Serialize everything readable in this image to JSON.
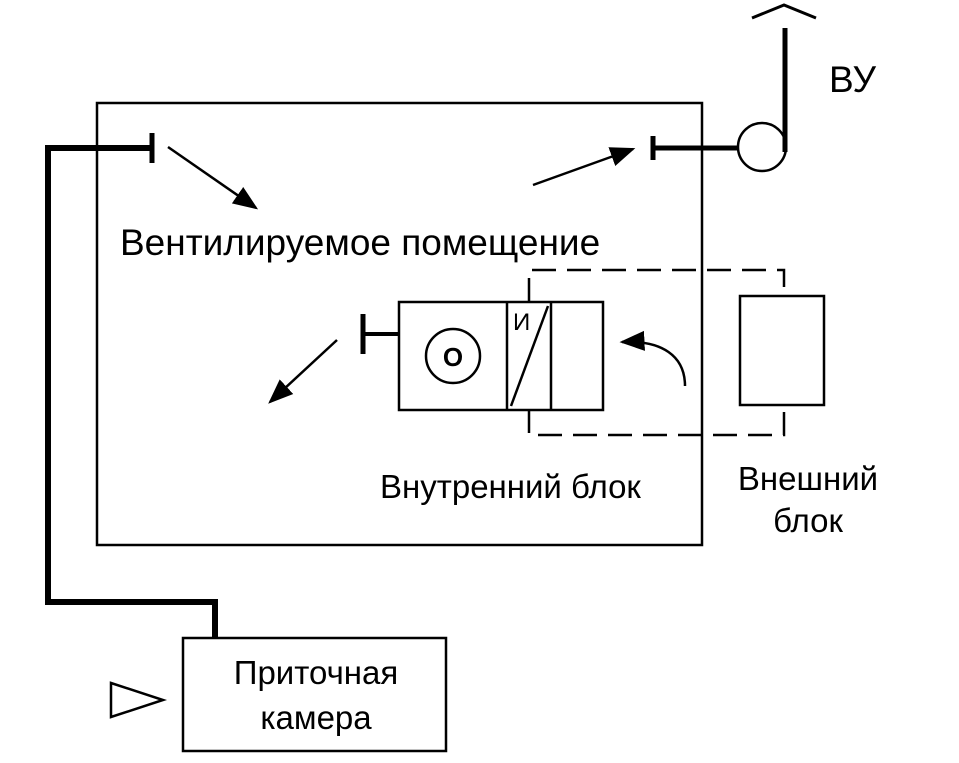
{
  "labels": {
    "room": "Вентилируемое помещение",
    "exhaust_unit": "ВУ",
    "indoor_unit": "Внутренний блок",
    "outdoor_unit_line1": "Внешний",
    "outdoor_unit_line2": "блок",
    "supply_chamber_line1": "Приточная",
    "supply_chamber_line2": "камера",
    "evaporator_letter": "И",
    "fan_letter": "О"
  },
  "colors": {
    "stroke": "#000000",
    "background": "#ffffff"
  }
}
